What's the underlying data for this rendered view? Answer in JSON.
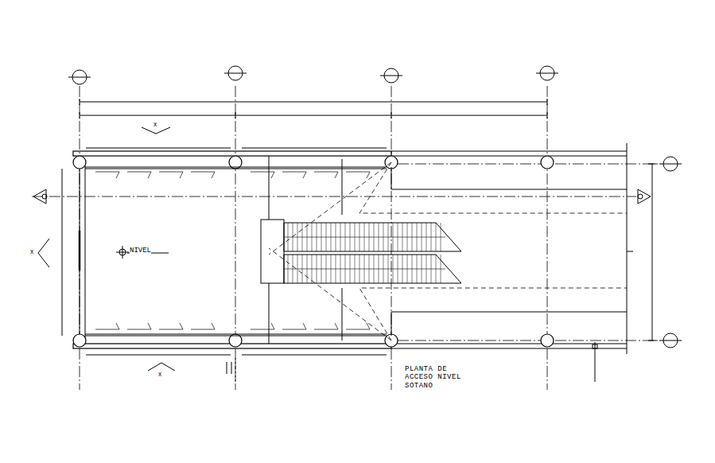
{
  "diagram": {
    "caption": "PLANTA DE ACCESO NIVEL SOTANO",
    "labels": [
      "NIVEL",
      "X",
      "X",
      "X"
    ]
  }
}
